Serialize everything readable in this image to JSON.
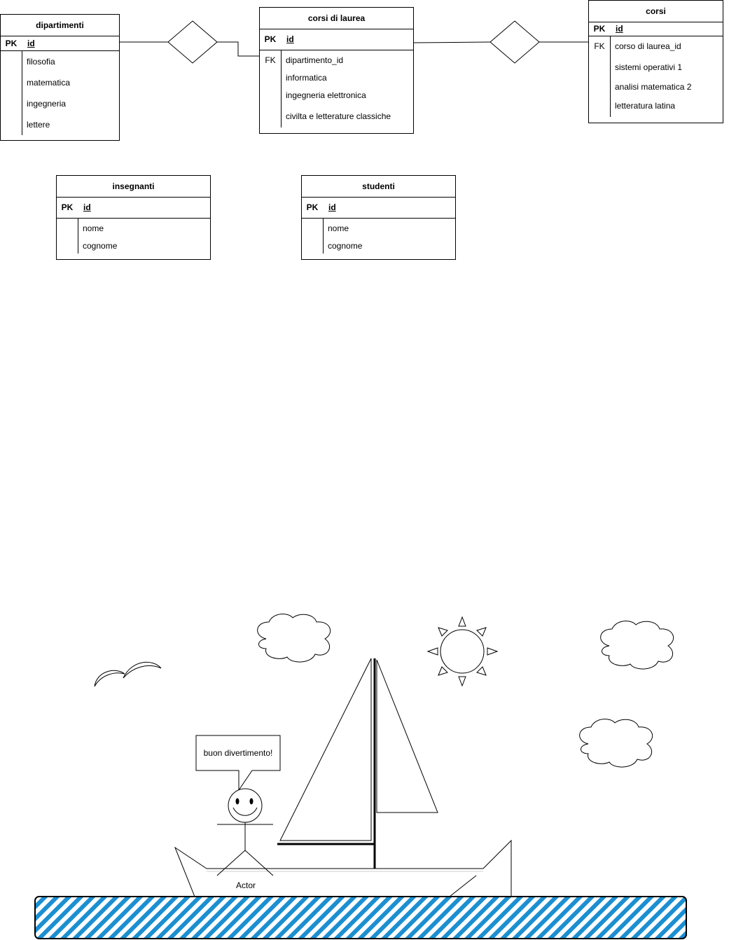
{
  "tables": {
    "dipartimenti": {
      "title": "dipartimenti",
      "pk_label": "PK",
      "pk_field": "id",
      "fields": [
        "filosofia",
        "matematica",
        "ingegneria",
        "lettere"
      ]
    },
    "corsi_di_laurea": {
      "title": "corsi di laurea",
      "pk_label": "PK",
      "pk_field": "id",
      "fk_label": "FK",
      "fields": [
        "dipartimento_id",
        "informatica",
        "ingegneria elettronica",
        "civilta e letterature classiche"
      ]
    },
    "corsi": {
      "title": "corsi",
      "pk_label": "PK",
      "pk_field": "id",
      "fk_label": "FK",
      "fields": [
        "corso di laurea_id",
        "sistemi operativi 1",
        "analisi matematica 2",
        "letteratura latina"
      ]
    },
    "insegnanti": {
      "title": "insegnanti",
      "pk_label": "PK",
      "pk_field": "id",
      "fields": [
        "nome",
        "cognome"
      ]
    },
    "studenti": {
      "title": "studenti",
      "pk_label": "PK",
      "pk_field": "id",
      "fields": [
        "nome",
        "cognome"
      ]
    }
  },
  "scene": {
    "speech_text": "buon divertimento!",
    "actor_label": "Actor",
    "water_color": "#1b8fd1"
  }
}
